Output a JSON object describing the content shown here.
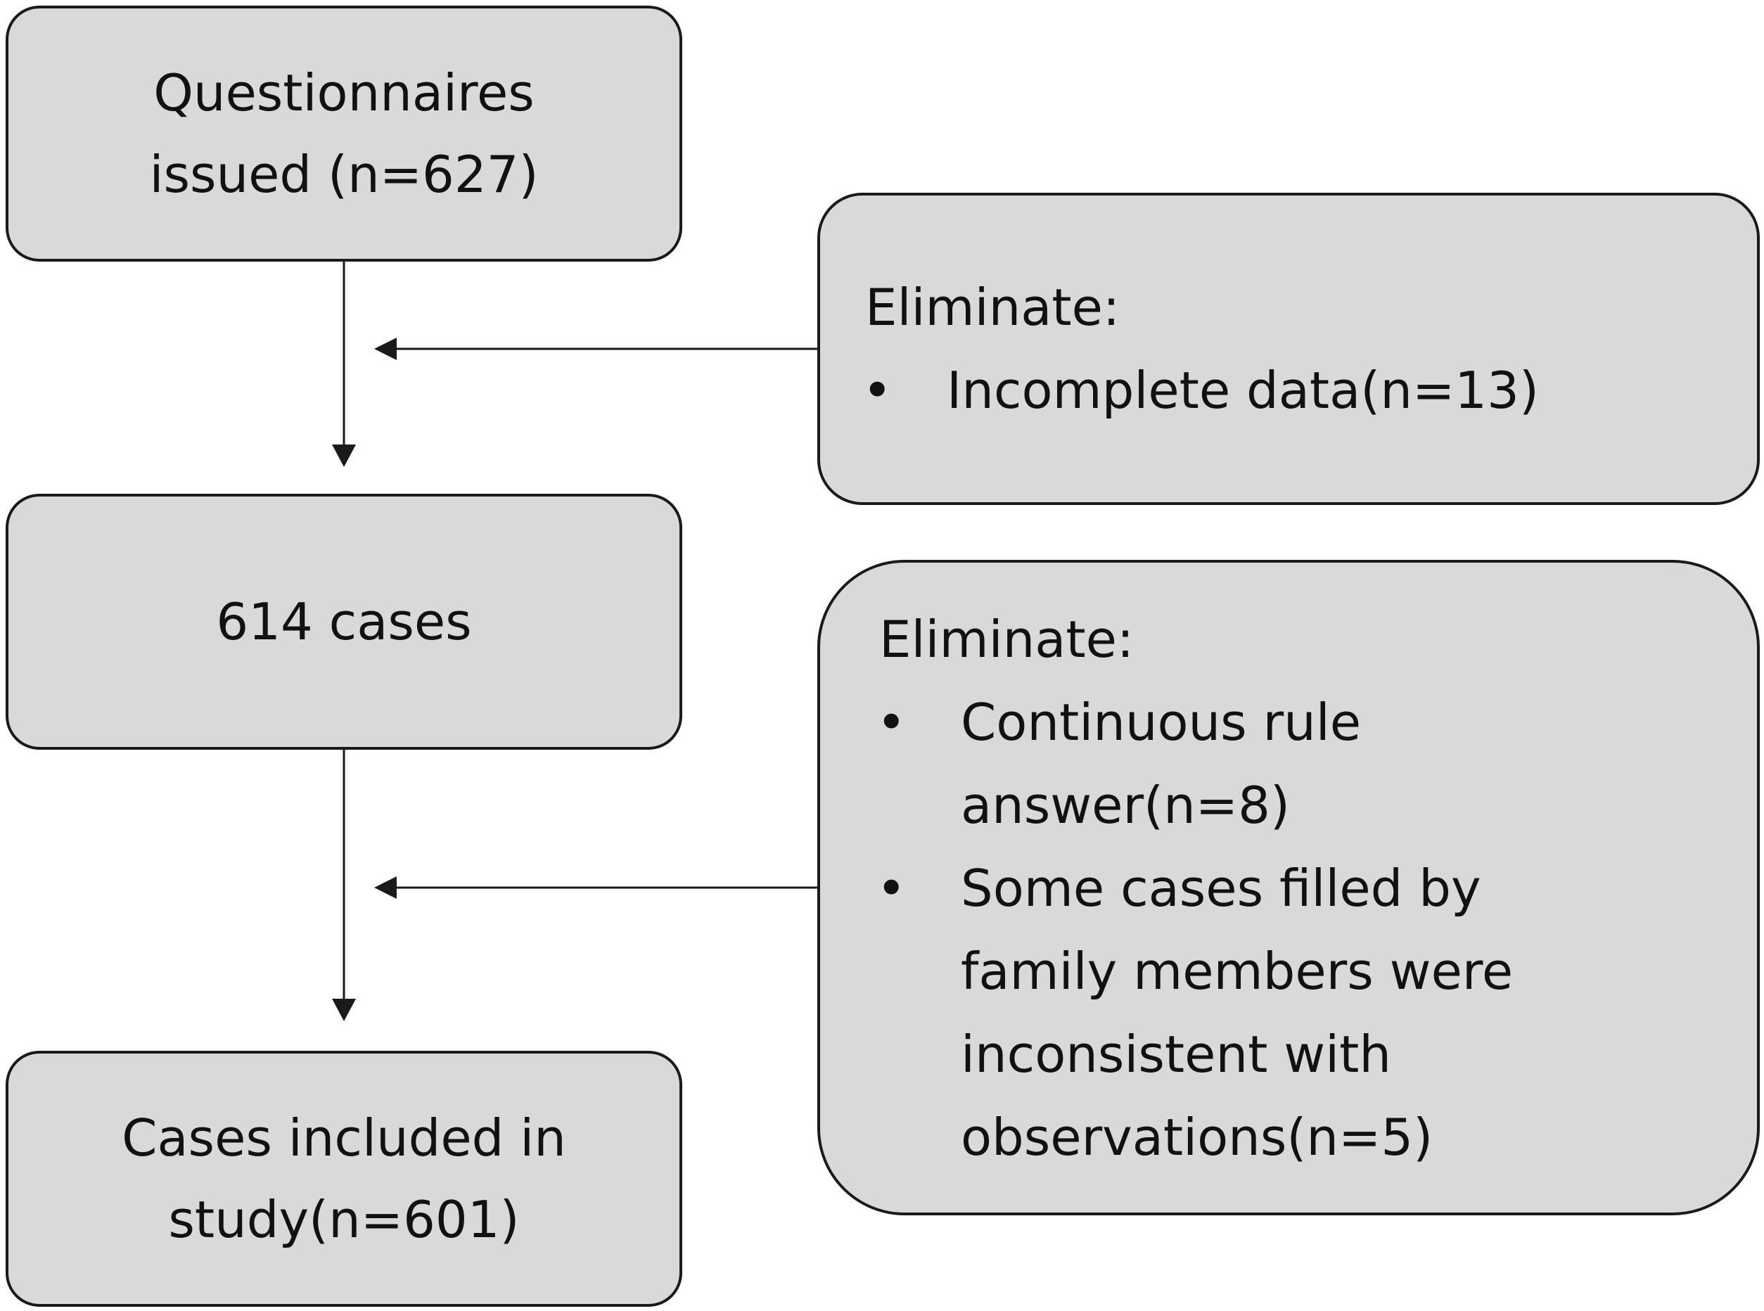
{
  "flow_boxes": {
    "issued": {
      "lines": [
        "Questionnaires",
        "issued (n=627)"
      ]
    },
    "remaining": {
      "lines": [
        "614 cases"
      ]
    },
    "included": {
      "lines": [
        "Cases included in",
        "study(n=601)"
      ]
    }
  },
  "exclusions": [
    {
      "heading": "Eliminate:",
      "bullet_symbol": "•",
      "items": [
        {
          "lines": [
            "Incomplete data(n=13)"
          ]
        }
      ]
    },
    {
      "heading": "Eliminate:",
      "bullet_symbol": "•",
      "items": [
        {
          "lines": [
            "Continuous rule",
            "answer(n=8)"
          ]
        },
        {
          "lines": [
            "Some cases filled by",
            "family members were",
            "inconsistent with",
            "observations(n=5)"
          ]
        }
      ]
    }
  ],
  "colors": {
    "box_fill": "#d9d9d9",
    "box_stroke": "#1a1a1a",
    "arrow": "#1a1a1a",
    "background": "#ffffff"
  }
}
